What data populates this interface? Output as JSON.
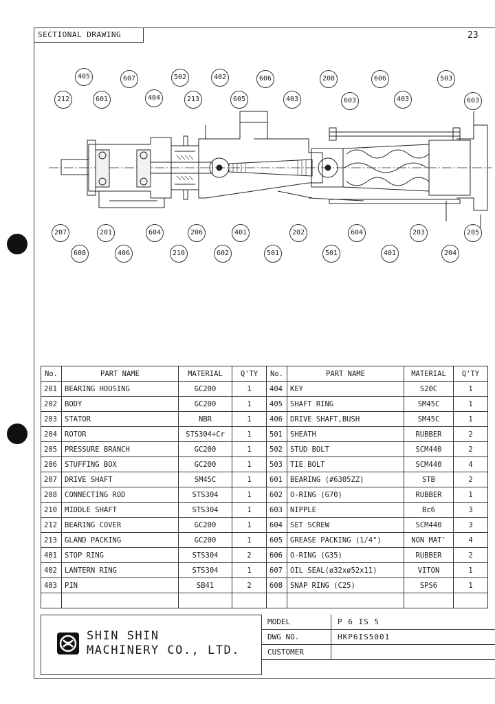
{
  "header": {
    "title": "SECTIONAL DRAWING",
    "page_number": "23"
  },
  "callouts": {
    "top": [
      "405",
      "607",
      "502",
      "402",
      "606",
      "208",
      "606",
      "503",
      "212",
      "601",
      "404",
      "213",
      "605",
      "403",
      "603",
      "403",
      "603"
    ],
    "bottom": [
      "207",
      "201",
      "604",
      "206",
      "401",
      "202",
      "604",
      "203",
      "205",
      "608",
      "406",
      "210",
      "602",
      "501",
      "501",
      "401",
      "204"
    ]
  },
  "table_left": {
    "headers": [
      "No.",
      "PART NAME",
      "MATERIAL",
      "Q'TY"
    ],
    "rows": [
      [
        "201",
        "BEARING HOUSING",
        "GC200",
        "1"
      ],
      [
        "202",
        "BODY",
        "GC200",
        "1"
      ],
      [
        "203",
        "STATOR",
        "NBR",
        "1"
      ],
      [
        "204",
        "ROTOR",
        "STS304+Cr",
        "1"
      ],
      [
        "205",
        "PRESSURE BRANCH",
        "GC200",
        "1"
      ],
      [
        "206",
        "STUFFING BOX",
        "GC200",
        "1"
      ],
      [
        "207",
        "DRIVE SHAFT",
        "SM45C",
        "1"
      ],
      [
        "208",
        "CONNECTING ROD",
        "STS304",
        "1"
      ],
      [
        "210",
        "MIDDLE SHAFT",
        "STS304",
        "1"
      ],
      [
        "212",
        "BEARING COVER",
        "GC200",
        "1"
      ],
      [
        "213",
        "GLAND PACKING",
        "GC200",
        "1"
      ],
      [
        "401",
        "STOP RING",
        "STS304",
        "2"
      ],
      [
        "402",
        "LANTERN RING",
        "STS304",
        "1"
      ],
      [
        "403",
        "PIN",
        "SB41",
        "2"
      ],
      [
        "",
        "",
        "",
        ""
      ]
    ]
  },
  "table_right": {
    "headers": [
      "No.",
      "PART NAME",
      "MATERIAL",
      "Q'TY"
    ],
    "rows": [
      [
        "404",
        "KEY",
        "S20C",
        "1"
      ],
      [
        "405",
        "SHAFT RING",
        "SM45C",
        "1"
      ],
      [
        "406",
        "DRIVE SHAFT,BUSH",
        "SM45C",
        "1"
      ],
      [
        "501",
        "SHEATH",
        "RUBBER",
        "2"
      ],
      [
        "502",
        "STUD BOLT",
        "SCM440",
        "2"
      ],
      [
        "503",
        "TIE BOLT",
        "SCM440",
        "4"
      ],
      [
        "601",
        "BEARING (#6305ZZ)",
        "STB",
        "2"
      ],
      [
        "602",
        "O-RING (G70)",
        "RUBBER",
        "1"
      ],
      [
        "603",
        "NIPPLE",
        "Bc6",
        "3"
      ],
      [
        "604",
        "SET SCREW",
        "SCM440",
        "3"
      ],
      [
        "605",
        "GREASE PACKING (1/4\")",
        "NON MAT'",
        "4"
      ],
      [
        "606",
        "O-RING (G35)",
        "RUBBER",
        "2"
      ],
      [
        "607",
        "OIL SEAL(ø32xø52x11)",
        "VITON",
        "1"
      ],
      [
        "608",
        "SNAP RING (C25)",
        "SPS6",
        "1"
      ],
      [
        "",
        "",
        "",
        ""
      ]
    ]
  },
  "title_block": {
    "company_line1": "SHIN SHIN",
    "company_line2": "MACHINERY CO., LTD.",
    "model_label": "MODEL",
    "model_value": "P 6 IS 5",
    "dwg_label": "DWG NO.",
    "dwg_value": "HKP6IS5001",
    "customer_label": "CUSTOMER",
    "customer_value": ""
  }
}
